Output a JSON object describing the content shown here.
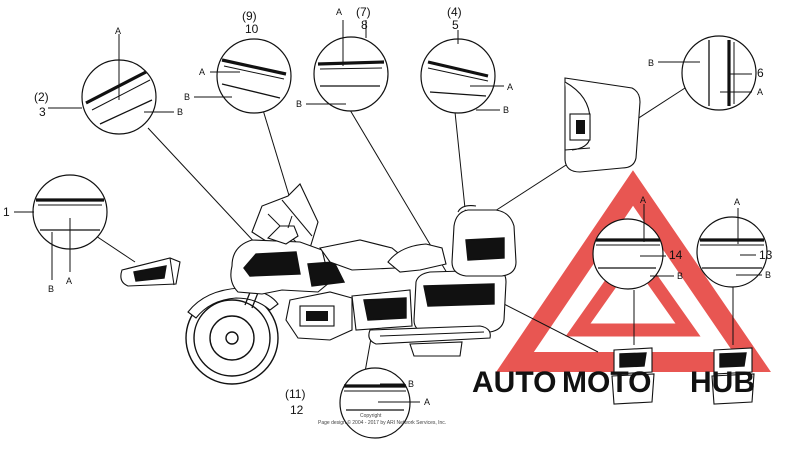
{
  "diagram": {
    "callouts": [
      {
        "id": "c23",
        "number_paren": "(2)",
        "number": "3",
        "letters": [
          "A",
          "B"
        ]
      },
      {
        "id": "c910",
        "number_paren": "(9)",
        "number": "10",
        "letters": [
          "A",
          "B"
        ]
      },
      {
        "id": "c78",
        "number_paren": "(7)",
        "number": "8",
        "letters": [
          "A",
          "B"
        ]
      },
      {
        "id": "c45",
        "number_paren": "(4)",
        "number": "5",
        "letters": [
          "A",
          "B"
        ]
      },
      {
        "id": "c6",
        "number": "6",
        "letters": [
          "B",
          "A"
        ]
      },
      {
        "id": "c1",
        "number": "1",
        "letters": [
          "B",
          "A"
        ]
      },
      {
        "id": "c14",
        "number": "14",
        "letters": [
          "A",
          "B"
        ]
      },
      {
        "id": "c13",
        "number": "13",
        "letters": [
          "A",
          "B"
        ]
      },
      {
        "id": "c1112",
        "number_paren": "(11)",
        "number": "12",
        "letters": [
          "B",
          "A"
        ]
      }
    ],
    "footer": {
      "line1": "Copyright",
      "line2": "Page design © 2004 - 2017 by ARI Network Services, Inc."
    }
  },
  "watermark": {
    "part1": "AUTO",
    "part2": "MOTO",
    "part3": "HUB",
    "color_red": "#e53935",
    "color_gold": "#f2b134",
    "color_gray": "#5f5f5f"
  }
}
